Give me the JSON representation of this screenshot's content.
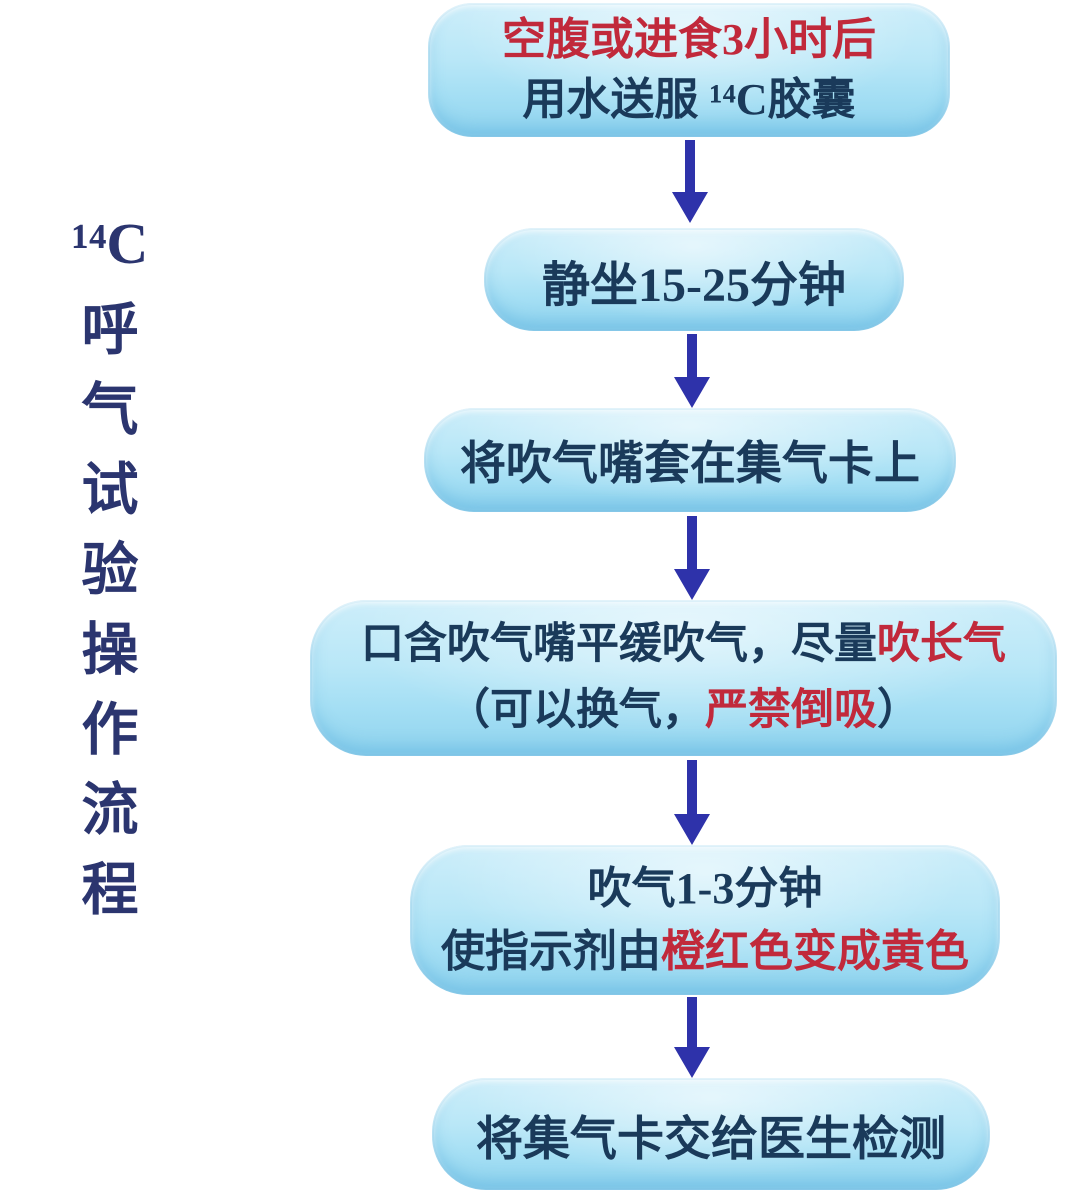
{
  "title": {
    "isotope": "¹⁴C",
    "text": "呼气试验操作流程",
    "full": "¹⁴C呼气试验操作流程"
  },
  "colors": {
    "background": "#ffffff",
    "title_text": "#2b356f",
    "step_text": "#1a3a5a",
    "emphasis_text": "#c1293b",
    "arrow": "#2e32aa",
    "box_fill_light": "#cdeefa",
    "box_fill_dark": "#8fd3ee"
  },
  "icons": {
    "connector": "arrow-down"
  },
  "steps": [
    {
      "name": "take-capsule",
      "lines": [
        [
          {
            "text": "空腹或进食3小时后",
            "color": "red"
          }
        ],
        [
          {
            "text": "用水送服 ¹⁴C胶囊",
            "color": "navy"
          }
        ]
      ]
    },
    {
      "name": "sit-still",
      "lines": [
        [
          {
            "text": "静坐15-25分钟",
            "color": "navy"
          }
        ]
      ]
    },
    {
      "name": "attach-mouthpiece",
      "lines": [
        [
          {
            "text": "将吹气嘴套在集气卡上",
            "color": "navy"
          }
        ]
      ]
    },
    {
      "name": "blow-steadily",
      "lines": [
        [
          {
            "text": "口含吹气嘴平缓吹气，尽量",
            "color": "navy"
          },
          {
            "text": "吹长气",
            "color": "red"
          }
        ],
        [
          {
            "text": "（可以换气，",
            "color": "navy"
          },
          {
            "text": "严禁倒吸",
            "color": "red"
          },
          {
            "text": "）",
            "color": "navy"
          }
        ]
      ]
    },
    {
      "name": "blow-1-3-minutes",
      "lines": [
        [
          {
            "text": "吹气1-3分钟",
            "color": "navy"
          }
        ],
        [
          {
            "text": "使指示剂由",
            "color": "navy"
          },
          {
            "text": "橙红色变成黄色",
            "color": "red"
          }
        ]
      ]
    },
    {
      "name": "give-card-to-doctor",
      "lines": [
        [
          {
            "text": "将集气卡交给医生检测",
            "color": "navy"
          }
        ]
      ]
    }
  ]
}
